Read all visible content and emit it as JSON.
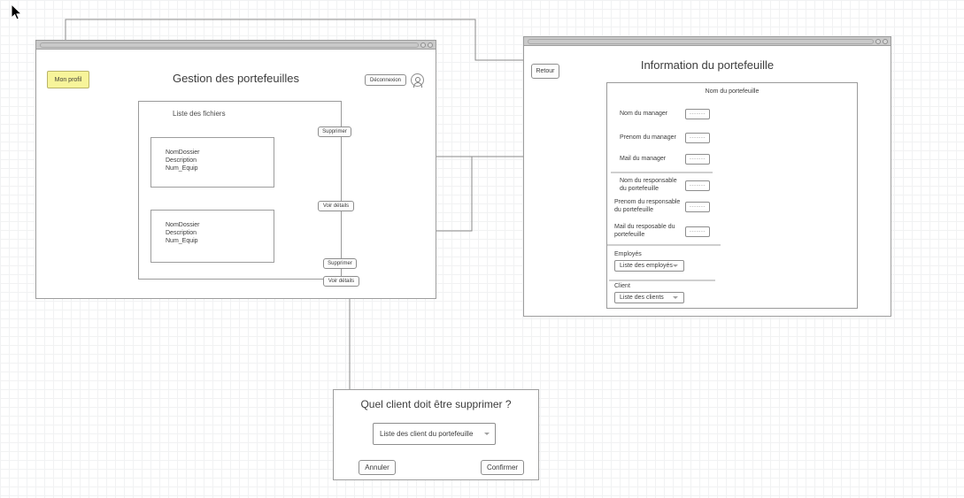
{
  "cursor": {
    "icon": "mouse-pointer-icon"
  },
  "window_manage": {
    "title": "Gestion des portefeuilles",
    "profile_button": "Mon profil",
    "logout_button": "Déconnexion",
    "avatar_icon": "user-avatar-icon",
    "files_group_label": "Liste des fichiers",
    "files": [
      {
        "name": "NomDossier",
        "description": "Description",
        "team": "Num_Equip",
        "delete_button": "Supprimer",
        "details_button": "Voir détails"
      },
      {
        "name": "NomDossier",
        "description": "Description",
        "team": "Num_Equip",
        "delete_button": "Supprimer",
        "details_button": "Voir détails"
      }
    ]
  },
  "window_info": {
    "title": "Information du portefeuille",
    "back_button": "Retour",
    "panel_title": "Nom du portefeuille",
    "manager_fields": [
      {
        "label": "Nom du manager",
        "value": "-------"
      },
      {
        "label": "Prenom du manager",
        "value": "-------"
      },
      {
        "label": "Mail du manager",
        "value": "-------"
      }
    ],
    "responsable_fields": [
      {
        "label": "Nom du responsable\ndu portefeuille",
        "value": "-------"
      },
      {
        "label": "Prenom du responsable\ndu portefeuille",
        "value": "-------"
      },
      {
        "label": "Mail du resposable du\nportefeuille",
        "value": "-------"
      }
    ],
    "employees": {
      "label": "Employés",
      "select_value": "Liste des employés",
      "chevron_icon": "chevron-down-icon"
    },
    "client": {
      "label": "Client",
      "select_value": "Liste des clients",
      "chevron_icon": "chevron-down-icon"
    }
  },
  "dialog_delete_client": {
    "title": "Quel client doit être supprimer ?",
    "select_value": "Liste des client du portefeuille",
    "chevron_icon": "chevron-down-icon",
    "cancel_button": "Annuler",
    "confirm_button": "Confirmer"
  },
  "colors": {
    "grid": "#f1f2f3",
    "window_border": "#9d9d9d",
    "titlebar": "#c9c9c9",
    "connector": "#8a8a8a",
    "highlight_yellow": "#f7f49a",
    "text": "#3c3c3c"
  }
}
